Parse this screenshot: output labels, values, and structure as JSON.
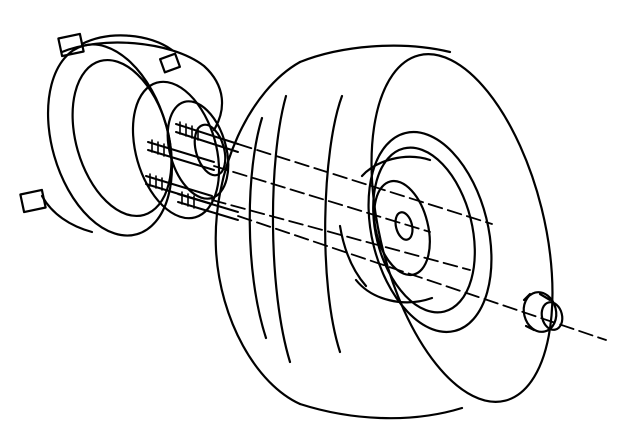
{
  "diagram": {
    "type": "exploded-assembly-line-drawing",
    "parts": [
      {
        "id": "hub-rotor",
        "label": ""
      },
      {
        "id": "wheel-studs",
        "label": ""
      },
      {
        "id": "tire-wheel",
        "label": ""
      },
      {
        "id": "lug-nut",
        "label": ""
      }
    ],
    "colors": {
      "ink": "#000000",
      "paper": "#ffffff"
    }
  }
}
